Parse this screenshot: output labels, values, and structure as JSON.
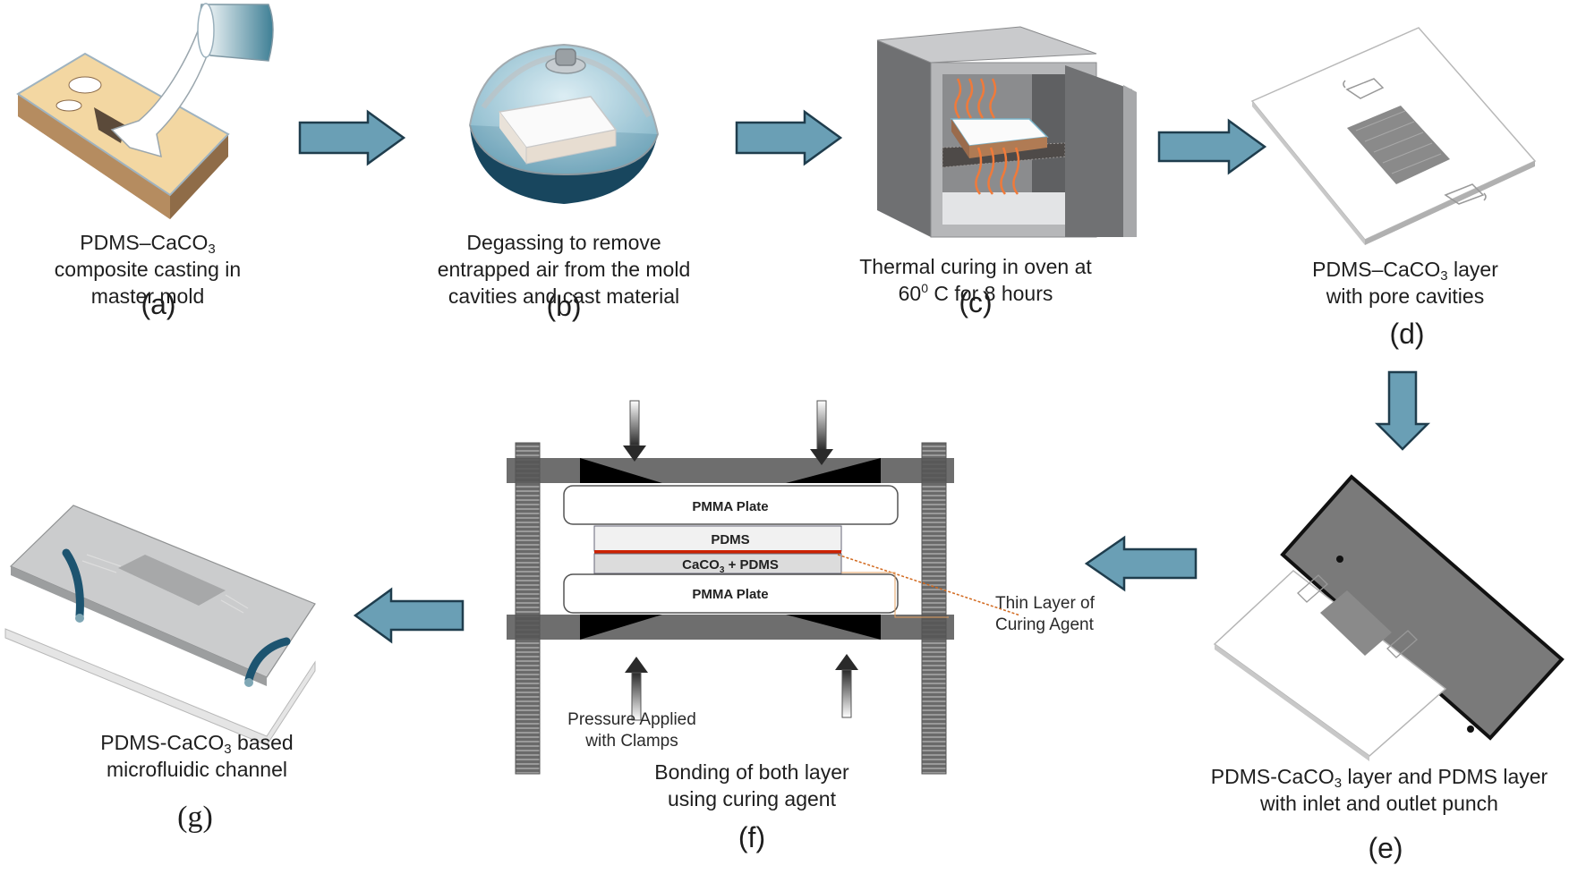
{
  "figure": {
    "panels": [
      {
        "id": "a",
        "label": "(a)",
        "caption_lines": [
          "PDMS–CaCO",
          "composite casting in",
          "master mold"
        ],
        "caption_sub": "3"
      },
      {
        "id": "b",
        "label": "(b)",
        "caption_lines": [
          "Degassing to remove",
          "entrapped air from the mold",
          "cavities and cast material"
        ]
      },
      {
        "id": "c",
        "label": "(c)",
        "caption_lines": [
          "Thermal curing in oven at",
          "60",
          "0",
          " C for 8 hours"
        ]
      },
      {
        "id": "d",
        "label": "(d)",
        "caption_lines": [
          "PDMS–CaCO",
          "3",
          " layer",
          "with pore cavities"
        ]
      },
      {
        "id": "e",
        "label": "(e)",
        "caption_lines": [
          "PDMS-CaCO",
          "3",
          " layer and PDMS layer",
          "with inlet and outlet punch"
        ]
      },
      {
        "id": "f",
        "label": "(f)",
        "caption_lines": [
          "Bonding of both layer",
          "using curing agent"
        ]
      },
      {
        "id": "g",
        "label": "(g)",
        "caption_lines": [
          "PDMS-CaCO",
          "3",
          " based",
          "microfluidic channel"
        ]
      }
    ],
    "bonding_setup": {
      "top_plate": "PMMA Plate",
      "bottom_plate": "PMMA Plate",
      "layer_top": "PDMS",
      "layer_bottom_prefix": "CaCO",
      "layer_bottom_sub": "3",
      "layer_bottom_suffix": " + PDMS",
      "annotation_curing": [
        "Thin Layer of",
        "Curing Agent"
      ],
      "annotation_pressure": [
        "Pressure Applied",
        "with Clamps"
      ]
    },
    "flow_sequence": [
      "a",
      "b",
      "c",
      "d",
      "e",
      "f",
      "g"
    ],
    "colors": {
      "flow_arrow_fill": "#6a9fb5",
      "flow_arrow_stroke": "#1f3d4d",
      "curing_line": "#cc2200",
      "dark_device_layer": "#7a7a7a",
      "tubing": "#1d5470"
    }
  }
}
